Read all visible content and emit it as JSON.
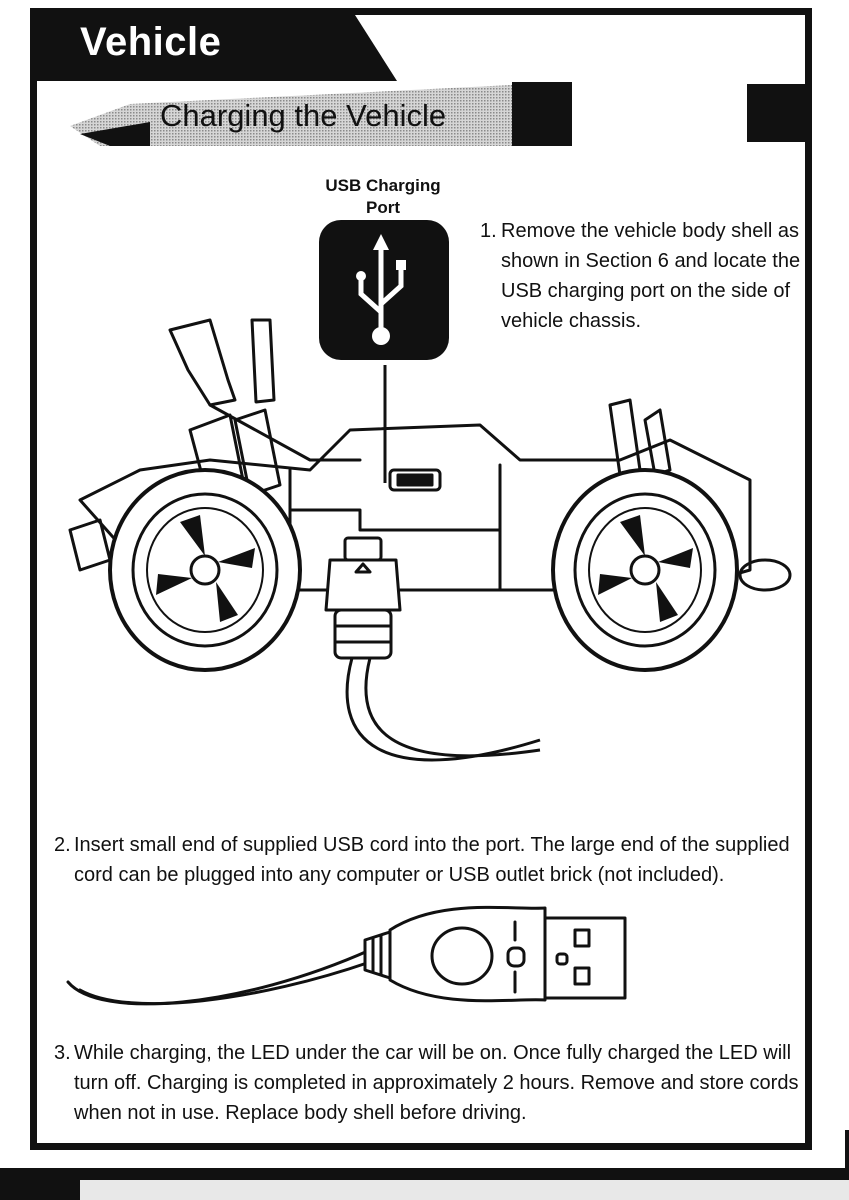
{
  "header": {
    "section_title": "Vehicle",
    "subtitle": "Charging the Vehicle"
  },
  "figure1": {
    "port_label": "USB Charging Port"
  },
  "steps": [
    {
      "number": "1.",
      "text": "Remove the vehicle body shell as shown in Section 6 and locate the USB charging port on the side of vehicle chassis."
    },
    {
      "number": "2.",
      "text": "Insert small end of supplied USB cord into the port. The large end of the supplied cord can be plugged into any computer or USB outlet brick (not included)."
    },
    {
      "number": "3.",
      "text": "While charging, the LED under the car will be on. Once fully charged the LED will turn off. Charging is completed in approximately 2 hours. Remove and store cords when not in use. Replace body shell before driving."
    }
  ],
  "icons": {
    "usb_symbol": "usb-icon"
  }
}
